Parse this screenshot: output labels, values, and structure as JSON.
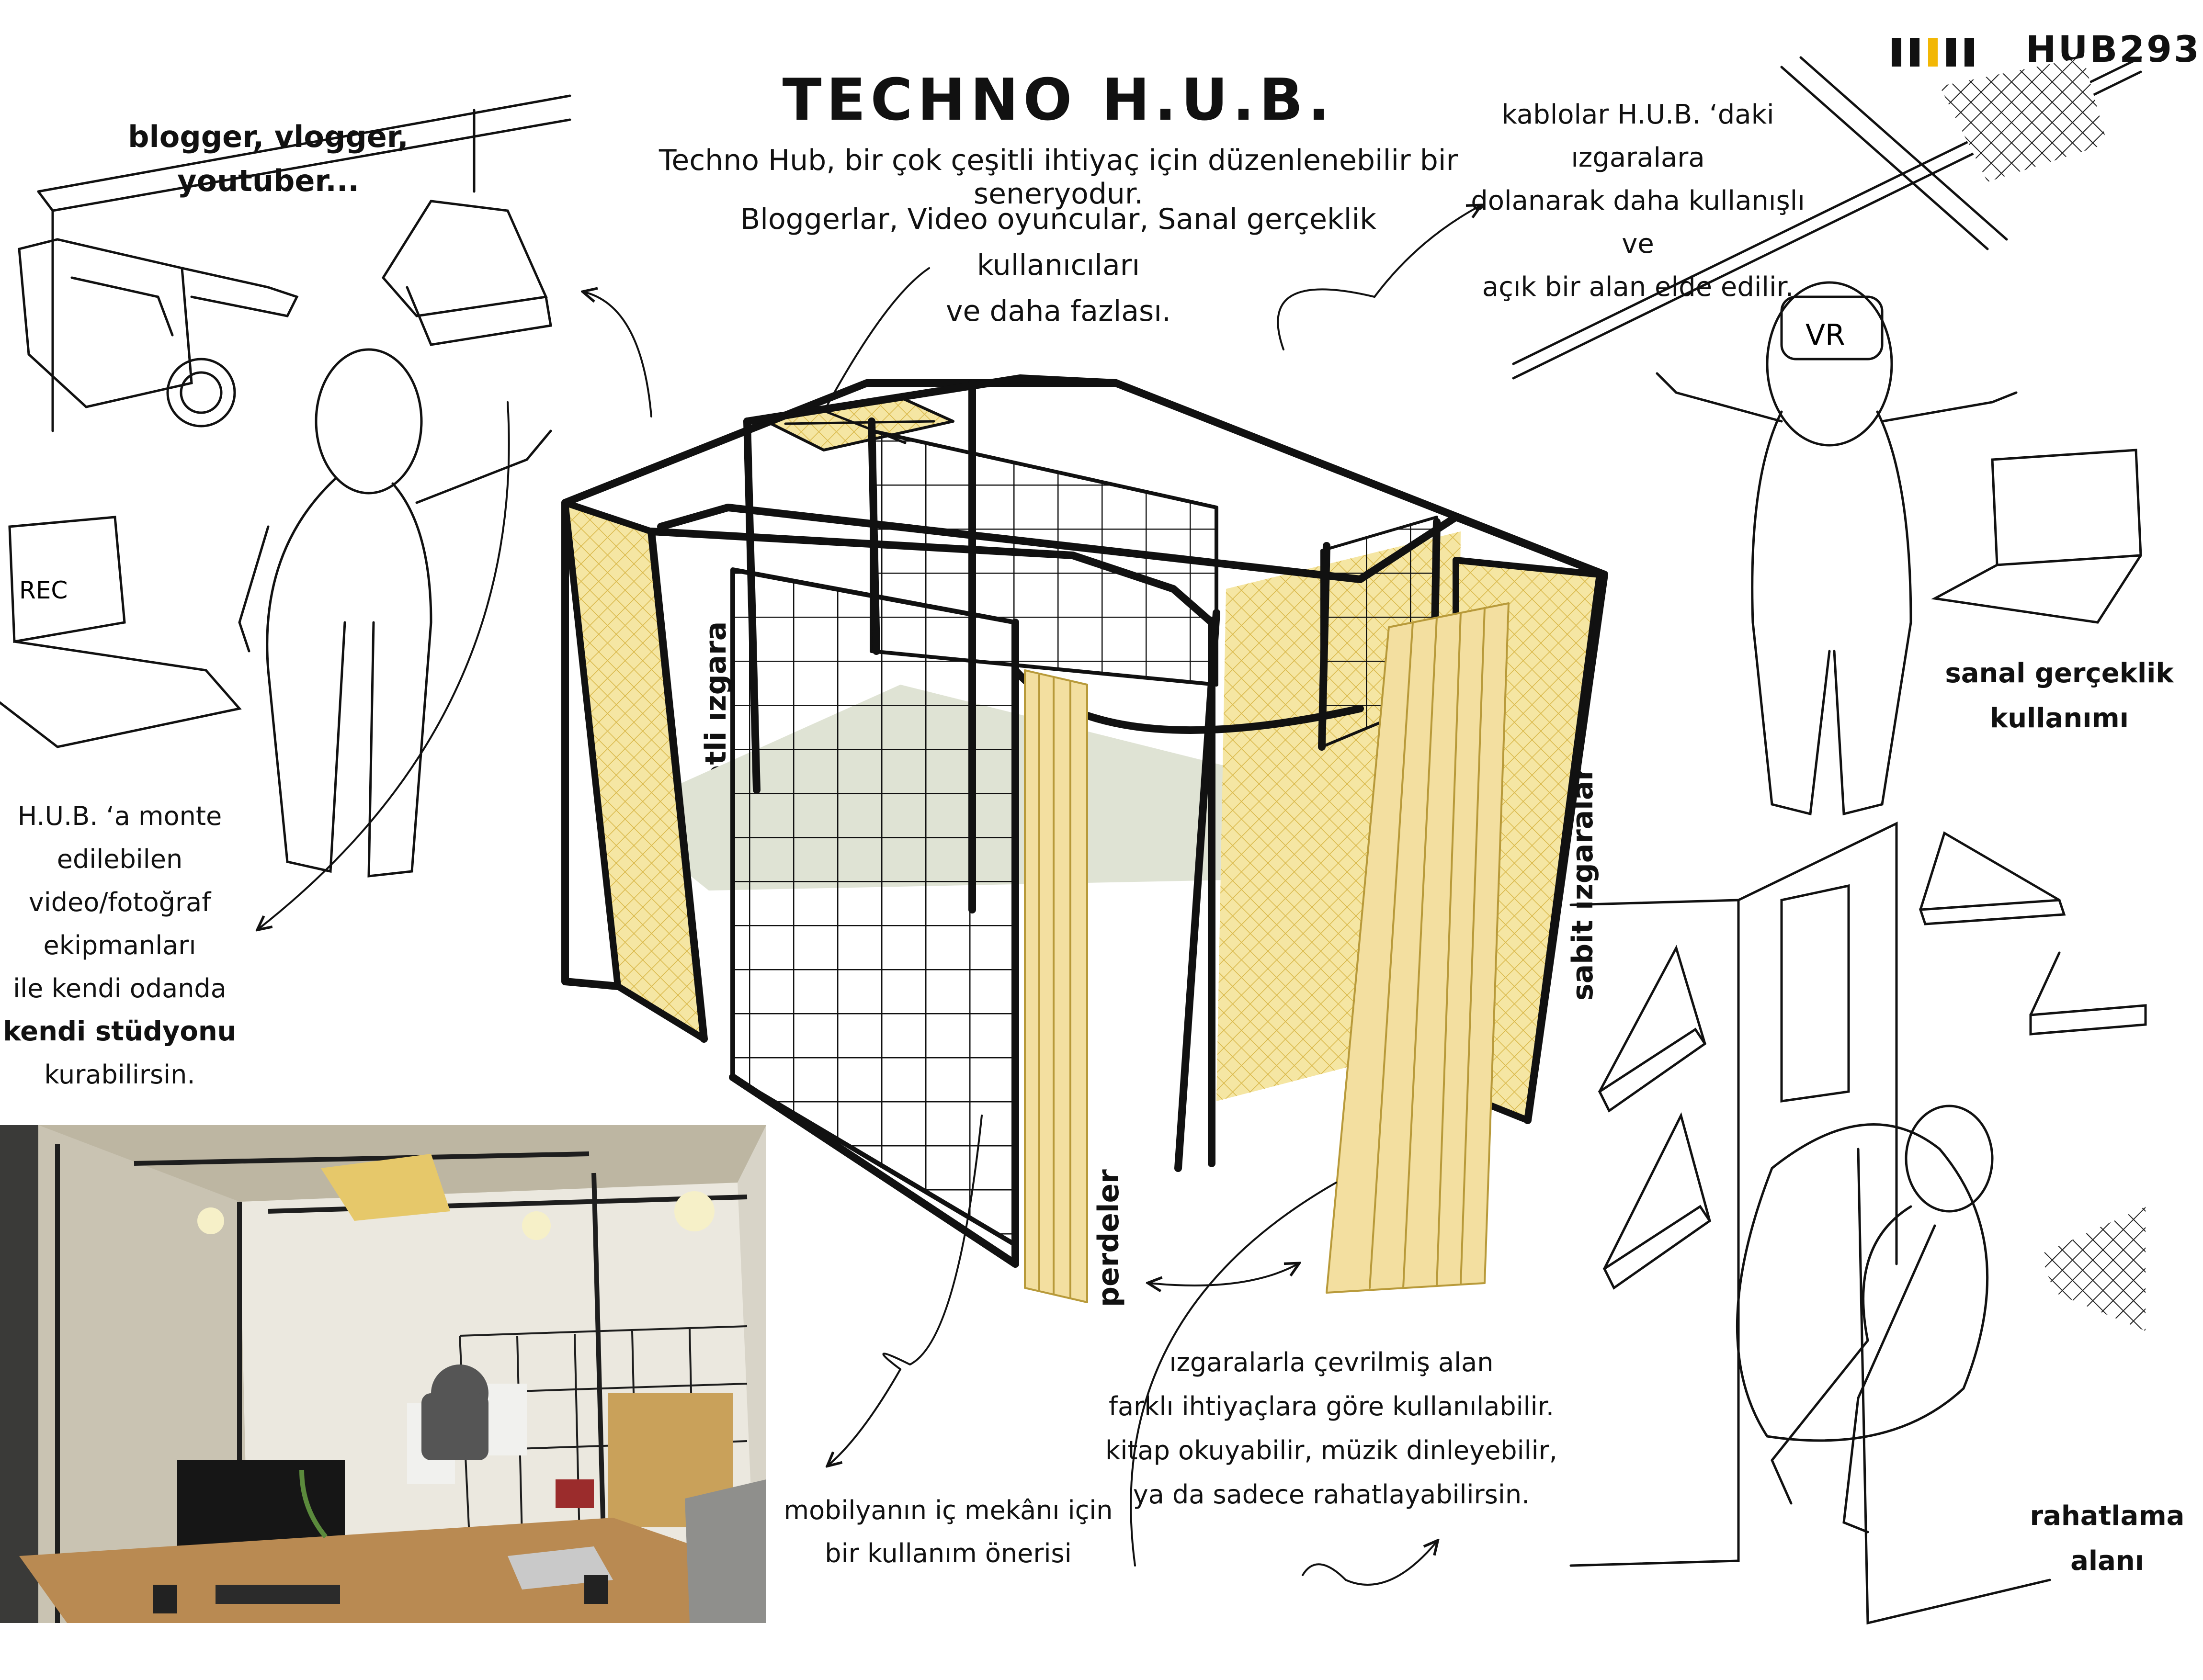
{
  "header": {
    "title": "TECHNO H.U.B.",
    "intro_line1": "Techno Hub, bir çok çeşitli ihtiyaç için düzenlenebilir bir seneryodur.",
    "intro_line2": "Bloggerlar, Video oyuncular, Sanal gerçeklik kullanıcıları",
    "intro_line3": "ve daha fazlası."
  },
  "brand": {
    "code": "HUB293"
  },
  "blogger": {
    "line1": "blogger, vlogger,",
    "line2": "youtuber..."
  },
  "cable_note": {
    "line1": "kablolar H.U.B. ‘daki ızgaralara",
    "line2": "dolanarak daha kullanışlı ve",
    "line3": "açık bir alan elde edilir."
  },
  "studio_note": {
    "line1": "H.U.B. ‘a monte edilebilen",
    "line2": "video/fotoğraf ekipmanları",
    "line3": "ile kendi odanda",
    "line4": "kendi stüdyonu",
    "line5": "kurabilirsin."
  },
  "vr_label": {
    "line1": "sanal gerçeklik",
    "line2": "kullanımı"
  },
  "relax_label": {
    "line1": "rahatlama",
    "line2": "alanı"
  },
  "interior_note": {
    "line1": "mobilyanın iç mekânı için",
    "line2": "bir kullanım önerisi"
  },
  "grid_note": {
    "line1": "ızgaralarla çevrilmiş alan",
    "line2": "farklı ihtiyaçlara göre kullanılabilir.",
    "line3": "kitap okuyabilir, müzik dinleyebilir,",
    "line4": "ya da sadece rahatlayabilirsin."
  },
  "labels": {
    "hareketli": "hareketli ızgara",
    "sabit": "sabit ızgaralar",
    "perdeler": "perdeler"
  },
  "illustration": {
    "rec_text": "REC",
    "vr_text": "VR"
  },
  "colors": {
    "accent_yellow": "#f2b705",
    "mesh_yellow": "#f5e6a3",
    "curtain": "#f3dfa0",
    "line": "#111111",
    "shelf": "#dfe3d4"
  }
}
